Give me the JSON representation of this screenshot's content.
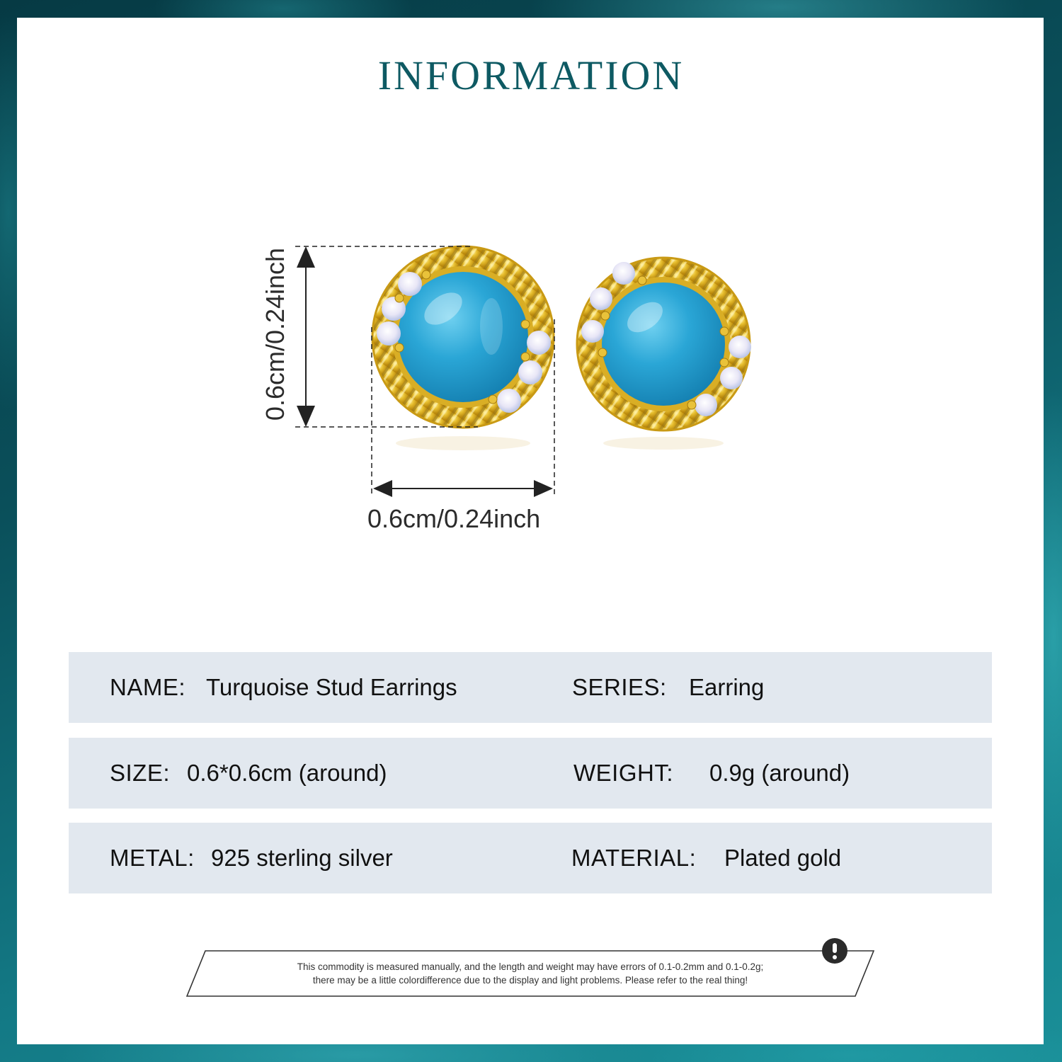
{
  "title": "INFORMATION",
  "product_image": {
    "description": "Pair of gold-plated round stud earrings with blue turquoise cabochon and white crystal accents",
    "height_label": "0.6cm/0.24inch",
    "width_label": "0.6cm/0.24inch"
  },
  "specs": {
    "rows": [
      {
        "left": {
          "label": "NAME:",
          "value": "Turquoise Stud Earrings"
        },
        "right": {
          "label": "SERIES:",
          "value": "Earring"
        }
      },
      {
        "left": {
          "label": "SIZE:",
          "value": "0.6*0.6cm (around)"
        },
        "right": {
          "label": "WEIGHT:",
          "value": "0.9g (around)"
        }
      },
      {
        "left": {
          "label": "METAL:",
          "value": "925 sterling silver"
        },
        "right": {
          "label": "MATERIAL:",
          "value": "Plated gold"
        }
      }
    ]
  },
  "notice": {
    "icon": "exclamation-icon",
    "line1": "This commodity is measured manually, and the length and weight may have errors of 0.1-0.2mm and 0.1-0.2g;",
    "line2": "there may be a little colordifference due to the display and light problems. Please refer to the real thing!"
  },
  "colors": {
    "title": "#0e5a63",
    "frame": "#0b5a63",
    "row_bg": "#e2e8ef",
    "gold": "#e2b623",
    "turquoise": "#2aa6d6"
  }
}
